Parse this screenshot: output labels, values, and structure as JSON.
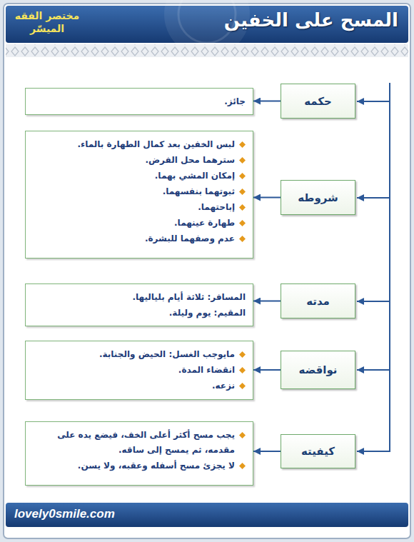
{
  "diagram": {
    "title": "المسح على الخفين",
    "nodes": [
      {
        "text": [
          "حكمه"
        ]
      },
      {
        "text": [
          "جائز."
        ]
      },
      {
        "text": [
          "شروطه"
        ]
      },
      {
        "text": [
          "لبس الخفين بعد كمال الطهارة بالماء.",
          "سترهما محل الفرض.",
          "إمكان المشي بهما.",
          "ثبوتهما بنفسهما.",
          "إباحتهما.",
          "طهارة عينهما.",
          "عدم وصفهما للبشرة."
        ]
      },
      {
        "text": [
          "مدته"
        ]
      },
      {
        "text": [
          "المسافر: ثلاثة أيام بلياليها.",
          "المقيم: يوم وليلة."
        ]
      },
      {
        "text": [
          "نواقضه"
        ]
      },
      {
        "text": [
          "مايوجب الغسل: الحيض والجنابة.",
          "انقضاء المدة.",
          "نزعه."
        ]
      },
      {
        "text": [
          "كيفيته"
        ]
      },
      {
        "text": [
          "يجب مسح أكثر أعلى الخف، فيضع يده على مقدمه، ثم يمسح إلى ساقه.",
          "لا يجزئ مسح أسفله وعقبه، ولا يسن."
        ]
      }
    ],
    "edges": [
      {
        "from": 0,
        "to": 1,
        "arrow": "to"
      },
      {
        "from": 2,
        "to": 3,
        "arrow": "to"
      },
      {
        "from": 4,
        "to": 5,
        "arrow": "to"
      },
      {
        "from": 6,
        "to": 7,
        "arrow": "to"
      },
      {
        "from": 8,
        "to": 9,
        "arrow": "to"
      }
    ],
    "labels": [
      "مختصر الفقه الميسّر",
      "lovely0smile.com"
    ]
  }
}
